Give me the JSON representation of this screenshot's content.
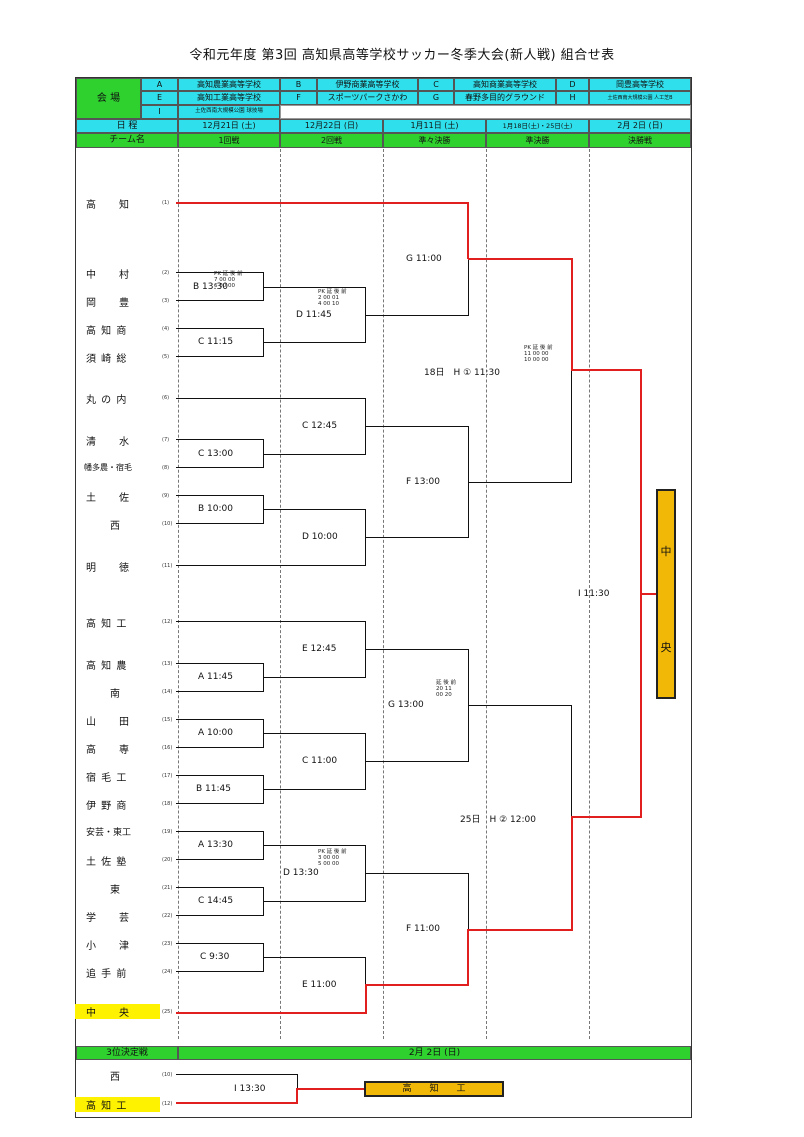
{
  "title": "令和元年度 第3回 高知県高等学校サッカー冬季大会(新人戦) 組合せ表",
  "venue_header": "会 場",
  "venues": [
    {
      "code": "A",
      "name": "高知農業高等学校"
    },
    {
      "code": "B",
      "name": "伊野商業高等学校"
    },
    {
      "code": "C",
      "name": "高知商業高等学校"
    },
    {
      "code": "D",
      "name": "岡豊高等学校"
    },
    {
      "code": "E",
      "name": "高知工業高等学校"
    },
    {
      "code": "F",
      "name": "スポーツパークさかわ"
    },
    {
      "code": "G",
      "name": "春野多目的グラウンド"
    },
    {
      "code": "H",
      "name": "土佐西南大規模公園 人工芝B"
    },
    {
      "code": "I",
      "name": "土佐西南大規模公園 球技場"
    }
  ],
  "schedule_label": "日 程",
  "team_label": "チーム名",
  "rounds": [
    {
      "date": "12月21日 (土)",
      "name": "1回戦"
    },
    {
      "date": "12月22日 (日)",
      "name": "2回戦"
    },
    {
      "date": "1月11日 (土)",
      "name": "準々決勝"
    },
    {
      "date": "1月18日(土)・25日(土)",
      "name": "準決勝"
    },
    {
      "date": "2月 2日 (日)",
      "name": "決勝戦"
    }
  ],
  "teams": [
    {
      "name": "高　　知",
      "seed": "(1)"
    },
    {
      "name": "中　　村",
      "seed": "(2)"
    },
    {
      "name": "岡　　豊",
      "seed": "(3)"
    },
    {
      "name": "高 知 商",
      "seed": "(4)"
    },
    {
      "name": "須 崎 総",
      "seed": "(5)"
    },
    {
      "name": "丸 の 内",
      "seed": "(6)"
    },
    {
      "name": "清　　水",
      "seed": "(7)"
    },
    {
      "name": "幡多農・宿毛",
      "seed": "(8)"
    },
    {
      "name": "土　　佐",
      "seed": "(9)"
    },
    {
      "name": "西",
      "seed": "(10)"
    },
    {
      "name": "明　　徳",
      "seed": "(11)"
    },
    {
      "name": "高 知 工",
      "seed": "(12)"
    },
    {
      "name": "高 知 農",
      "seed": "(13)"
    },
    {
      "name": "南",
      "seed": "(14)"
    },
    {
      "name": "山　　田",
      "seed": "(15)"
    },
    {
      "name": "高　　専",
      "seed": "(16)"
    },
    {
      "name": "宿 毛 工",
      "seed": "(17)"
    },
    {
      "name": "伊 野 商",
      "seed": "(18)"
    },
    {
      "name": "安芸・東工",
      "seed": "(19)"
    },
    {
      "name": "土 佐 塾",
      "seed": "(20)"
    },
    {
      "name": "東",
      "seed": "(21)"
    },
    {
      "name": "学　　芸",
      "seed": "(22)"
    },
    {
      "name": "小　　津",
      "seed": "(23)"
    },
    {
      "name": "追 手 前",
      "seed": "(24)"
    },
    {
      "name": "中　　央",
      "seed": "(25)"
    }
  ],
  "matches": {
    "r1_23": "B 13:30",
    "r1_45": "C 11:15",
    "r1_78": "C 13:00",
    "r1_910": "B 10:00",
    "r1_1314": "A 11:45",
    "r1_1516": "A 10:00",
    "r1_1718": "B 11:45",
    "r1_1920": "A 13:30",
    "r1_2122": "C 14:45",
    "r1_2324": "C 9:30",
    "r2_a": "D 11:45",
    "r2_b": "C 12:45",
    "r2_c": "D 10:00",
    "r2_d": "E 12:45",
    "r2_e": "C 11:00",
    "r2_f": "D 13:30",
    "r2_g": "E 11:00",
    "qf_a": "G 11:00",
    "qf_b": "F 13:00",
    "qf_c": "G 13:00",
    "qf_d": "F 11:00",
    "sf_a": "18日　H ① 11:30",
    "sf_b": "25日　H ② 12:00",
    "final": "I 11:30"
  },
  "scores": {
    "r1_23": "PK 延 後 前\n7 00 00\n6 00 00",
    "r2_a": "PK 延 後 前\n2 00 01\n4 00 10",
    "sf_a": "PK 延 後 前\n11 00 00\n10 00 00",
    "r2_f": "PK 延 後 前\n3 00 00\n5 00 00",
    "qf_c": "延 後 前\n20 11\n00 20"
  },
  "champion": [
    "中",
    "央"
  ],
  "third_place": {
    "label": "3位決定戦",
    "date": "2月 2日 (日)",
    "team_a": {
      "name": "西",
      "seed": "(10)"
    },
    "team_b": {
      "name": "高 知 工",
      "seed": "(12)"
    },
    "match": "I 13:30",
    "winner": "高　　知　　工"
  }
}
